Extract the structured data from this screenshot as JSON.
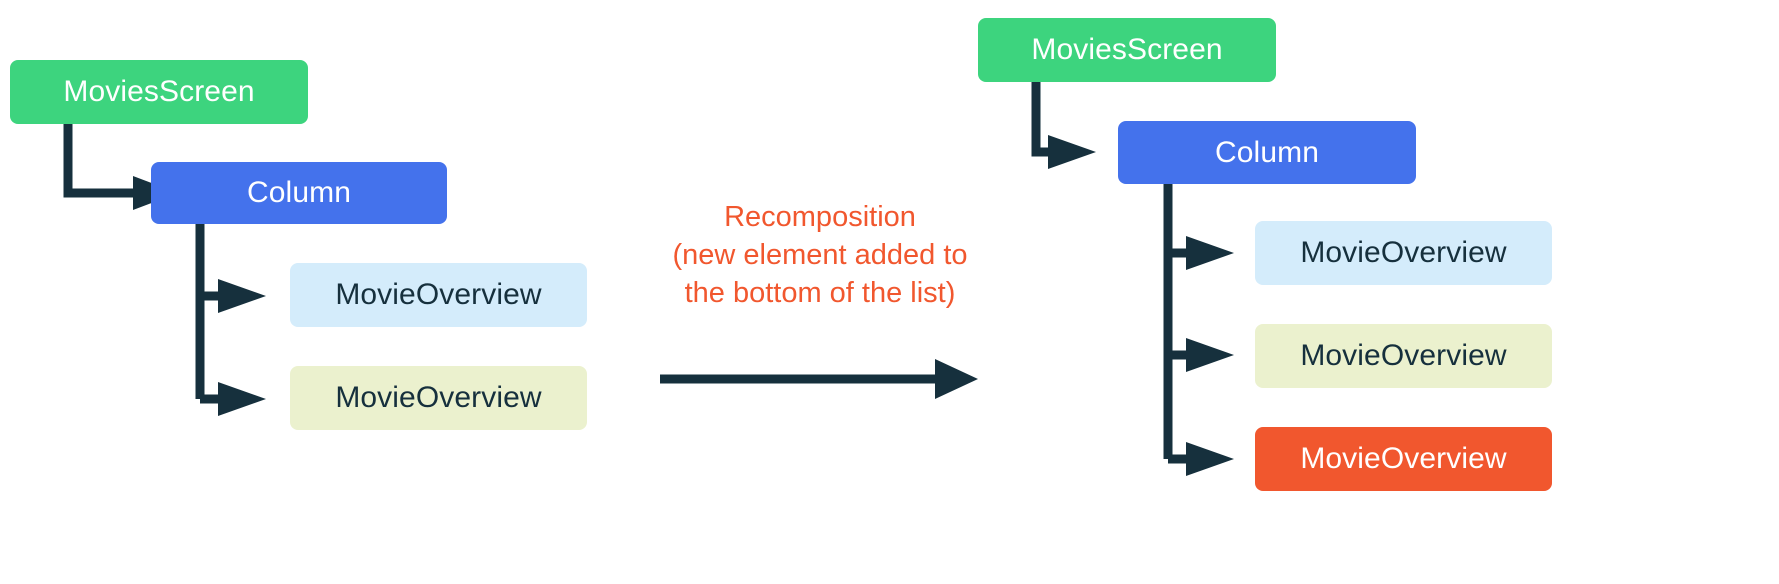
{
  "diagram": {
    "title": "Compose recomposition tree diagram",
    "colors": {
      "screen_bg": "#3DD47E",
      "column_bg": "#4472EC",
      "item_blue_bg": "#D4ECFB",
      "item_yellow_bg": "#EBF1CE",
      "item_orange_bg": "#F1572E",
      "connector": "#16303D",
      "accent_text": "#F1572E",
      "dark_text": "#16303D",
      "light_text": "#FFFFFF",
      "page_bg": "#FFFFFF"
    },
    "before": {
      "root": {
        "label": "MoviesScreen"
      },
      "column": {
        "label": "Column"
      },
      "children": [
        {
          "label": "MovieOverview",
          "variant": "blue"
        },
        {
          "label": "MovieOverview",
          "variant": "yellow"
        }
      ]
    },
    "transition": {
      "label": "Recomposition\n(new element added to\nthe bottom of the list)",
      "arrow": "right-arrow-icon"
    },
    "after": {
      "root": {
        "label": "MoviesScreen"
      },
      "column": {
        "label": "Column"
      },
      "children": [
        {
          "label": "MovieOverview",
          "variant": "blue"
        },
        {
          "label": "MovieOverview",
          "variant": "yellow"
        },
        {
          "label": "MovieOverview",
          "variant": "orange"
        }
      ]
    }
  }
}
